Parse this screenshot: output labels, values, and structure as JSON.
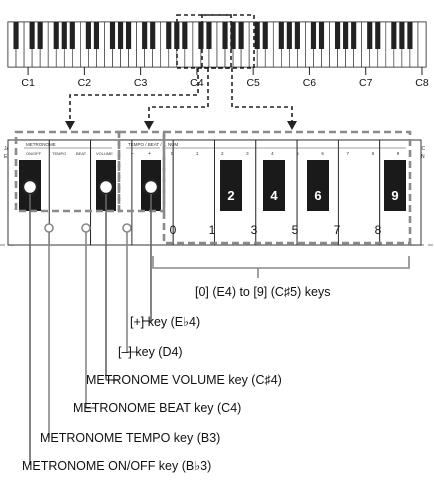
{
  "octave_labels": [
    "C1",
    "C2",
    "C3",
    "C4",
    "C5",
    "C6",
    "C7",
    "C8"
  ],
  "panel": {
    "left_edge_text": [
      "JAZ",
      "ENS"
    ],
    "right_edge_text": [
      "ROC",
      "DAN"
    ],
    "group_titles": {
      "metronome": "METRONOME",
      "tempo": "TEMPO / BEAT / ...",
      "number": "NUM"
    },
    "metronome_keys": [
      "ON/OFF",
      "TEMPO",
      "BEAT",
      "VOLUME"
    ],
    "tempo_keys": [
      "–",
      "+"
    ],
    "number_ticks": [
      "0",
      "1",
      "2",
      "3",
      "4",
      "5",
      "6",
      "7",
      "8",
      "9"
    ]
  },
  "white_numbers": [
    "0",
    "1",
    "3",
    "5",
    "7",
    "8"
  ],
  "black_numbers": [
    "2",
    "4",
    "6",
    "9"
  ],
  "bracket_label": "[0] (E4) to [9] (C♯5) keys",
  "callouts": [
    "[+] key (E♭4)",
    "[–] key (D4)",
    "METRONOME VOLUME key (C♯4)",
    "METRONOME BEAT key (C4)",
    "METRONOME TEMPO key (B3)",
    "METRONOME ON/OFF key (B♭3)"
  ],
  "colors": {
    "line": "#222222",
    "dash": "#8a8a8a",
    "key_fill": "#1a1a1a",
    "white": "#ffffff"
  }
}
